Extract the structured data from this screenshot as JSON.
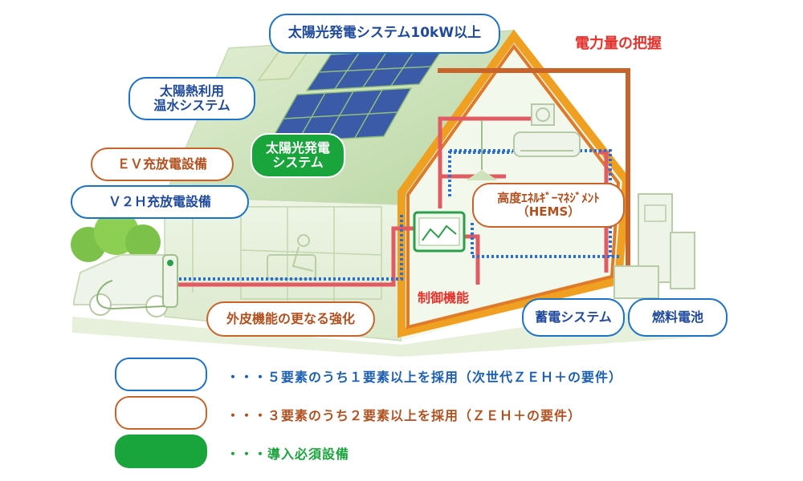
{
  "labels": {
    "solar_10kw": "太陽光発電システム10kW以上",
    "solar_thermal": "太陽熱利用\n温水システム",
    "solar_pv": "太陽光発電\nシステム",
    "ev": "ＥＶ充放電設備",
    "v2h": "Ｖ２Ｈ充放電設備",
    "hems": "高度ｴﾈﾙｷﾞｰﾏﾈｼﾞﾒﾝﾄ\n（HEMS）",
    "insulation": "外皮機能の更なる強化",
    "storage": "蓄電システム",
    "fuel_cell": "燃料電池",
    "power_monitor": "電力量の把握",
    "control": "制御機能"
  },
  "legend": [
    {
      "text": "・・・５要素のうち１要素以上を採用（次世代ＺＥＨ＋の要件）",
      "kind": "blue"
    },
    {
      "text": "・・・３要素のうち２要素以上を採用（ＺＥＨ＋の要件）",
      "kind": "orange"
    },
    {
      "text": "・・・導入必須設備",
      "kind": "green"
    }
  ],
  "colors": {
    "blue": "#1a73c8",
    "orange": "#c8642a",
    "green": "#1aa43c",
    "red": "#e8312a"
  }
}
